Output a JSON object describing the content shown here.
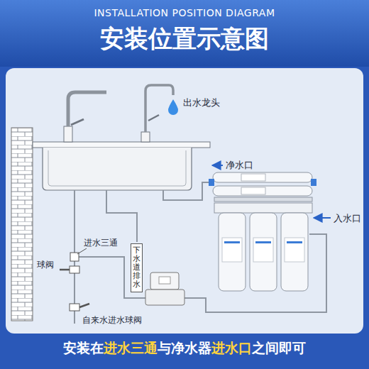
{
  "diagram": {
    "title": "安装位置示意图",
    "nodes": [
      {
        "text": [
          "下水道排水"
        ]
      }
    ],
    "labels": [
      "INSTALLATION POSITION DIAGRAM",
      "出水龙头",
      "净水口",
      "入水口",
      "进水三通",
      "球阀",
      "自来水进水球阀",
      "安装在",
      "进水三通",
      "与净水器",
      "进水口",
      "之间即可"
    ]
  }
}
